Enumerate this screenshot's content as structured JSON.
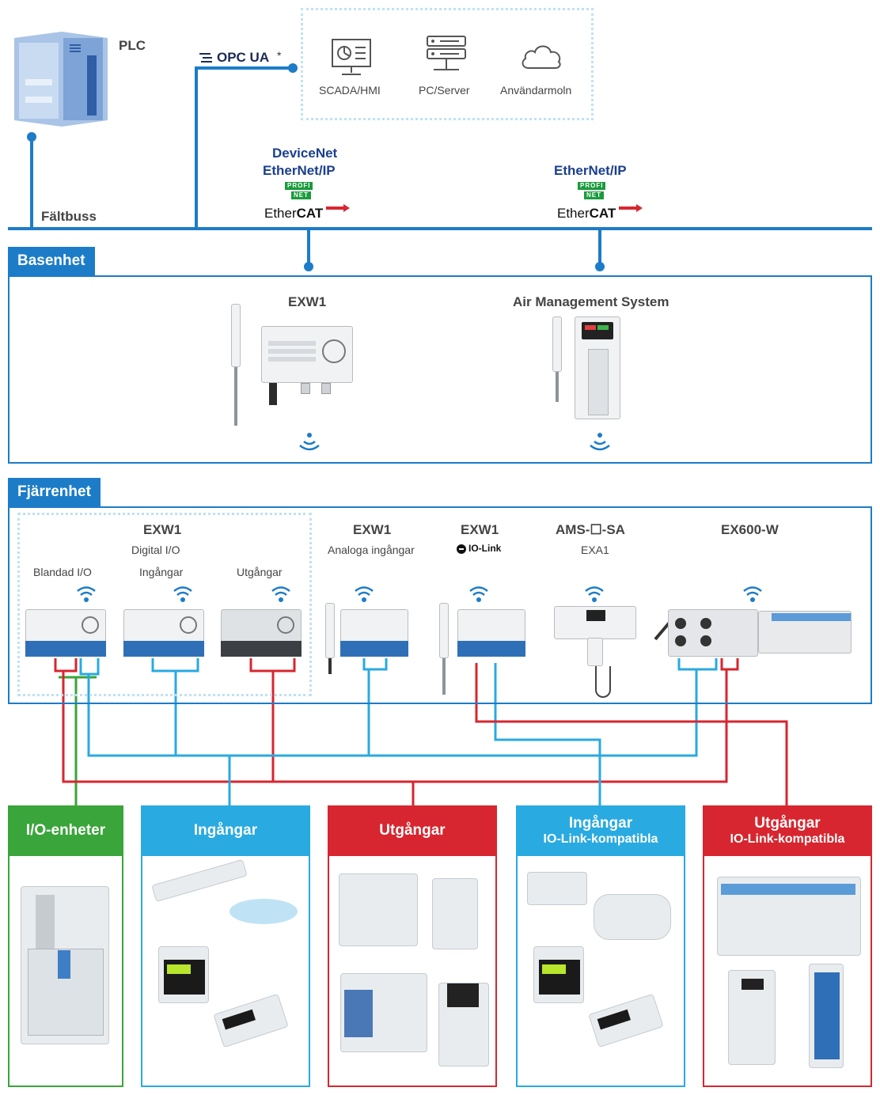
{
  "plc": {
    "label": "PLC"
  },
  "opcua": {
    "label": "OPC UA",
    "asterisk": "*"
  },
  "servers": [
    {
      "label": "SCADA/HMI",
      "icon": "scada-hmi-icon"
    },
    {
      "label": "PC/Server",
      "icon": "server-icon"
    },
    {
      "label": "Användarmoln",
      "icon": "cloud-icon"
    }
  ],
  "fieldbus": {
    "label": "Fältbuss"
  },
  "protocols_left": {
    "devicenet": "DeviceNet",
    "ethernetip": "EtherNet/IP",
    "profinet_top": "PROFI",
    "profinet_bottom": "NET",
    "ethercat_a": "Ether",
    "ethercat_b": "CAT"
  },
  "protocols_right": {
    "ethernetip": "EtherNet/IP",
    "profinet_top": "PROFI",
    "profinet_bottom": "NET",
    "ethercat_a": "Ether",
    "ethercat_b": "CAT"
  },
  "base": {
    "title": "Basenhet",
    "units": [
      {
        "name": "EXW1"
      },
      {
        "name": "Air Management System"
      }
    ]
  },
  "remote": {
    "title": "Fjärrenhet",
    "exw1_digital": {
      "name": "EXW1",
      "sub": "Digital I/O",
      "cols": [
        "Blandad I/O",
        "Ingångar",
        "Utgångar"
      ]
    },
    "exw1_analog": {
      "name": "EXW1",
      "sub": "Analoga ingångar"
    },
    "exw1_iolink": {
      "name": "EXW1",
      "sub": "IO-Link"
    },
    "ams": {
      "name": "AMS-☐-SA",
      "sub": "EXA1"
    },
    "ex600": {
      "name": "EX600-W"
    }
  },
  "categories": [
    {
      "title": "I/O-enheter",
      "subtitle": "",
      "color": "#3aa53a"
    },
    {
      "title": "Ingångar",
      "subtitle": "",
      "color": "#29aae1"
    },
    {
      "title": "Utgångar",
      "subtitle": "",
      "color": "#d7262f"
    },
    {
      "title": "Ingångar",
      "subtitle": "IO-Link-kompatibla",
      "color": "#29aae1"
    },
    {
      "title": "Utgångar",
      "subtitle": "IO-Link-kompatibla",
      "color": "#d7262f"
    }
  ],
  "colors": {
    "bus": "#1c7cc8",
    "input": "#29aae1",
    "output": "#d7262f",
    "io": "#3aa53a",
    "dotted": "#bfe2f0"
  }
}
